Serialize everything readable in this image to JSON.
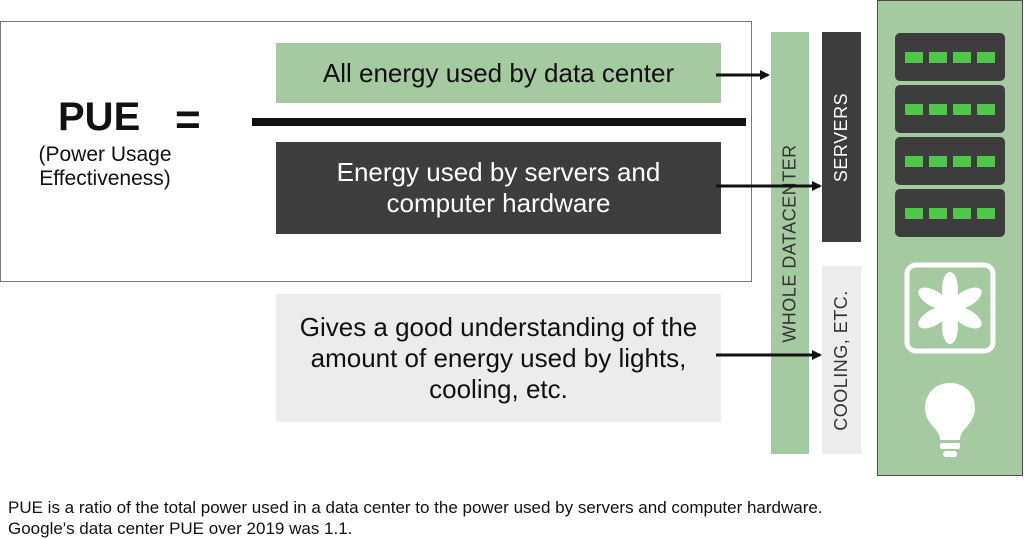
{
  "formula": {
    "title": "PUE",
    "equals": "=",
    "subtitle": "(Power Usage Effectiveness)",
    "numerator": "All energy used by data center",
    "denominator": "Energy used by servers and computer hardware"
  },
  "info_box": "Gives a good understanding of the amount of energy used by lights, cooling, etc.",
  "bars": {
    "whole": "WHOLE DATACENTER",
    "servers": "SERVERS",
    "cooling": "COOLING, ETC."
  },
  "footnotes": [
    "PUE is a ratio of the total power used in a data center to the power used by servers and computer hardware.",
    "Google's data center PUE over 2019 was 1.1."
  ],
  "colors": {
    "green": "#a5c9a0",
    "dark": "#3d3d3d",
    "light_gray": "#ececec",
    "led": "#4fc84a"
  },
  "icons": [
    "server-icon",
    "fan-icon",
    "light-bulb-icon",
    "arrow-icon"
  ]
}
